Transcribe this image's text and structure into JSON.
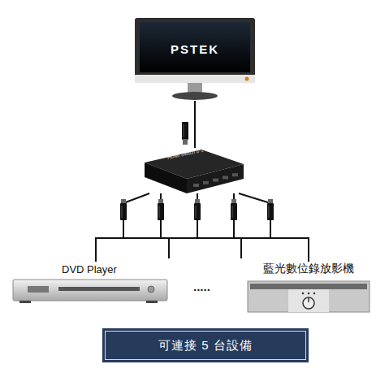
{
  "diagram": {
    "caption": "可連接 5 台設備",
    "nodes": [
      {
        "text": [
          "PSTEK"
        ]
      },
      {
        "text": [
          "HDMI Switch 5*1"
        ]
      },
      {
        "text": [
          "DVD Player"
        ]
      },
      {
        "text": [
          "藍光數位錄放影機"
        ]
      }
    ],
    "edges": [
      {
        "from": 0,
        "to": 1,
        "arrow": "none"
      },
      {
        "from": 1,
        "to": 2,
        "arrow": "none"
      },
      {
        "from": 1,
        "to": 3,
        "arrow": "none"
      }
    ],
    "labels": [
      "....."
    ]
  }
}
